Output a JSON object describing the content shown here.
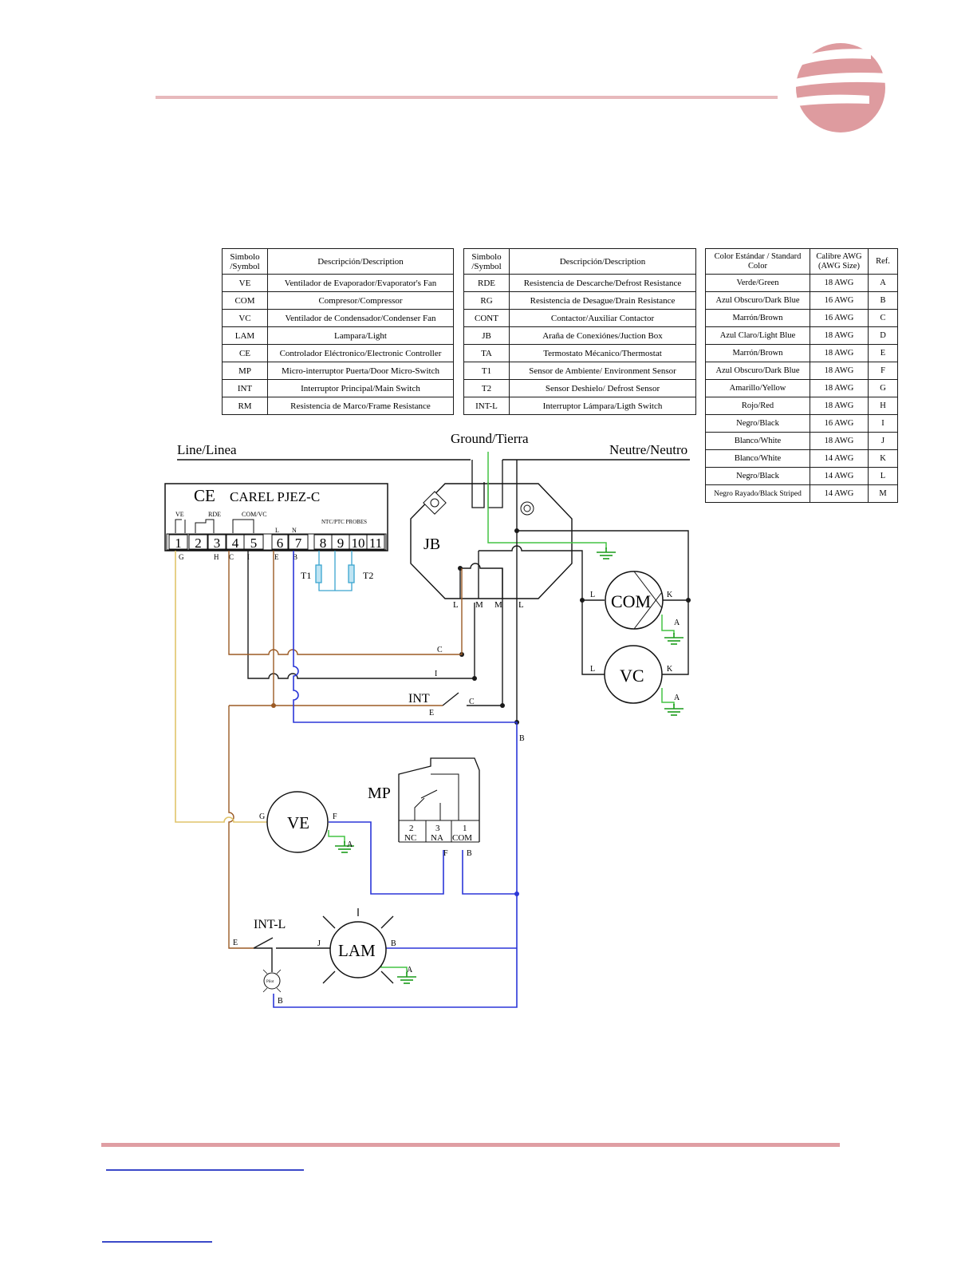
{
  "header": {
    "logo_icon": "company-logo-icon"
  },
  "tables": {
    "components_1": {
      "headers": [
        "Simbolo /Symbol",
        "Descripción/Description"
      ],
      "rows": [
        [
          "VE",
          "Ventilador de Evaporador/Evaporator's Fan"
        ],
        [
          "COM",
          "Compresor/Compressor"
        ],
        [
          "VC",
          "Ventilador de Condensador/Condenser Fan"
        ],
        [
          "LAM",
          "Lampara/Light"
        ],
        [
          "CE",
          "Controlador Eléctronico/Electronic Controller"
        ],
        [
          "MP",
          "Micro-interruptor Puerta/Door Micro-Switch"
        ],
        [
          "INT",
          "Interruptor Principal/Main Switch"
        ],
        [
          "RM",
          "Resistencia de Marco/Frame Resistance"
        ]
      ]
    },
    "components_2": {
      "headers": [
        "Simbolo /Symbol",
        "Descripción/Description"
      ],
      "rows": [
        [
          "RDE",
          "Resistencia de Descarche/Defrost Resistance"
        ],
        [
          "RG",
          "Resistencia de Desague/Drain Resistance"
        ],
        [
          "CONT",
          "Contactor/Auxiliar Contactor"
        ],
        [
          "JB",
          "Araña de Conexiónes/Juction Box"
        ],
        [
          "TA",
          "Termostato Mécanico/Thermostat"
        ],
        [
          "T1",
          "Sensor de Ambiente/ Environment Sensor"
        ],
        [
          "T2",
          "Sensor Deshielo/ Defrost Sensor"
        ],
        [
          "INT-L",
          "Interruptor Lámpara/Ligth Switch"
        ]
      ]
    },
    "wire_colors": {
      "headers": [
        "Color Estándar / Standard Color",
        "Calibre AWG (AWG Size)",
        "Ref."
      ],
      "rows": [
        [
          "Verde/Green",
          "18 AWG",
          "A"
        ],
        [
          "Azul Obscuro/Dark Blue",
          "16 AWG",
          "B"
        ],
        [
          "Marrón/Brown",
          "16 AWG",
          "C"
        ],
        [
          "Azul Claro/Light Blue",
          "18 AWG",
          "D"
        ],
        [
          "Marrón/Brown",
          "18 AWG",
          "E"
        ],
        [
          "Azul Obscuro/Dark Blue",
          "18 AWG",
          "F"
        ],
        [
          "Amarillo/Yellow",
          "18 AWG",
          "G"
        ],
        [
          "Rojo/Red",
          "18 AWG",
          "H"
        ],
        [
          "Negro/Black",
          "16 AWG",
          "I"
        ],
        [
          "Blanco/White",
          "18 AWG",
          "J"
        ],
        [
          "Blanco/White",
          "14 AWG",
          "K"
        ],
        [
          "Negro/Black",
          "14 AWG",
          "L"
        ],
        [
          "Negro Rayado/Black Striped",
          "14 AWG",
          "M"
        ]
      ]
    }
  },
  "diagram": {
    "line_label": "Line/Linea",
    "ground_label": "Ground/Tierra",
    "neutral_label": "Neutre/Neutro",
    "controller": {
      "symbol": "CE",
      "model": "CAREL PJEZ-C",
      "group_ve": "VE",
      "group_rde": "RDE",
      "group_comvc": "COM/VC",
      "label_l": "L",
      "label_n": "N",
      "probes": "NTC/PTC PROBES",
      "terminals": [
        "1",
        "2",
        "3",
        "4",
        "5",
        "6",
        "7",
        "8",
        "9",
        "10",
        "11"
      ],
      "wire_refs": [
        "G",
        "H",
        "C",
        "I",
        "E",
        "B"
      ]
    },
    "sensors": [
      "T1",
      "T2"
    ],
    "jb": {
      "label": "JB",
      "terminals": [
        "L",
        "M",
        "M",
        "L"
      ]
    },
    "com": {
      "label": "COM",
      "left": "L",
      "right": "K",
      "ground": "A"
    },
    "vc": {
      "label": "VC",
      "left": "L",
      "right": "K",
      "ground": "A"
    },
    "int": {
      "label": "INT",
      "in": "E",
      "out": "C"
    },
    "ve": {
      "label": "VE",
      "left": "G",
      "right": "F",
      "ground": "A"
    },
    "mp": {
      "label": "MP",
      "t2": "2",
      "t3": "3",
      "t1": "1",
      "nc": "NC",
      "na": "NA",
      "com": "COM",
      "wire_f": "F",
      "wire_b": "B"
    },
    "lam": {
      "label": "LAM",
      "left": "J",
      "right": "B",
      "ground": "A"
    },
    "intl": {
      "label": "INT-L",
      "wire_e": "E",
      "wire_b": "B",
      "pilot": "Pilot"
    },
    "wire_labels": {
      "c": "C",
      "i": "I",
      "b": "B"
    },
    "colors": {
      "brown": "#9b5a24",
      "black": "#1a1a1a",
      "blue": "#2b37d8",
      "green": "#43c443",
      "yellow": "#e0c46a",
      "lightblue": "#3aa5cf",
      "grey": "#8c8c8c"
    }
  }
}
